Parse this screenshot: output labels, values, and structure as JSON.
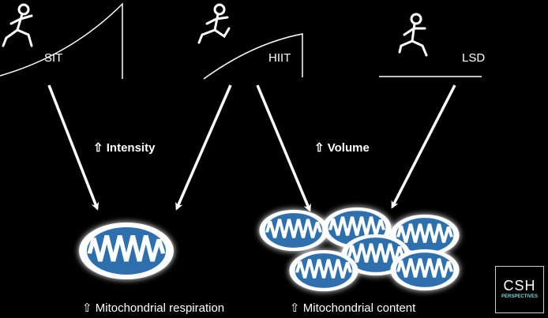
{
  "training": {
    "sit": "SIT",
    "hiit": "HIIT",
    "lsd": "LSD"
  },
  "factors": {
    "intensity": "Intensity",
    "volume": "Volume",
    "up_symbol": "⇧"
  },
  "outcomes": {
    "respiration": "⇧ Mitochondrial respiration",
    "content": "⇧ Mitochondrial content"
  },
  "logo": {
    "main": "CSH",
    "sub": "PERSPECTIVES"
  },
  "colors": {
    "background": "#000000",
    "mito_blue": "#2f6fae",
    "mito_dark": "#1a3f6e",
    "membrane": "#ffffff"
  }
}
